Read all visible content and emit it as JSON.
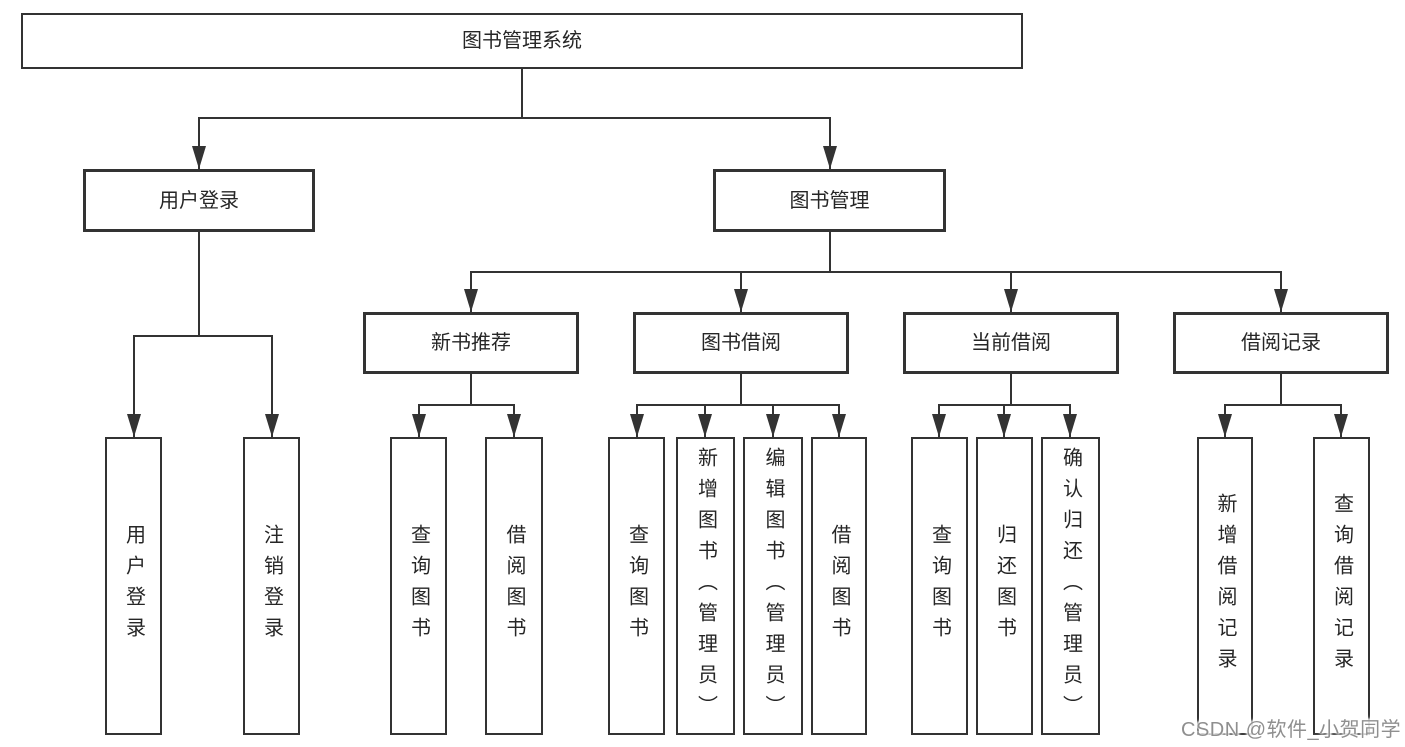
{
  "colors": {
    "line": "#333333",
    "text": "#262626",
    "box_bg": "#ffffff",
    "watermark": "#8f8f8f"
  },
  "tree": {
    "root": {
      "label": "图书管理系统"
    },
    "level2": [
      {
        "label": "用户登录"
      },
      {
        "label": "图书管理"
      }
    ],
    "level3": [
      {
        "label": "新书推荐"
      },
      {
        "label": "图书借阅"
      },
      {
        "label": "当前借阅"
      },
      {
        "label": "借阅记录"
      }
    ],
    "leaves": [
      {
        "label": "用户登录"
      },
      {
        "label": "注销登录"
      },
      {
        "label": "查询图书"
      },
      {
        "label": "借阅图书"
      },
      {
        "label": "查询图书"
      },
      {
        "label": "新增图书（管理员）"
      },
      {
        "label": "编辑图书（管理员）"
      },
      {
        "label": "借阅图书"
      },
      {
        "label": "查询图书"
      },
      {
        "label": "归还图书"
      },
      {
        "label": "确认归还（管理员）"
      },
      {
        "label": "新增借阅记录"
      },
      {
        "label": "查询借阅记录"
      }
    ]
  },
  "watermark": {
    "text": "CSDN @软件_小贺同学"
  }
}
